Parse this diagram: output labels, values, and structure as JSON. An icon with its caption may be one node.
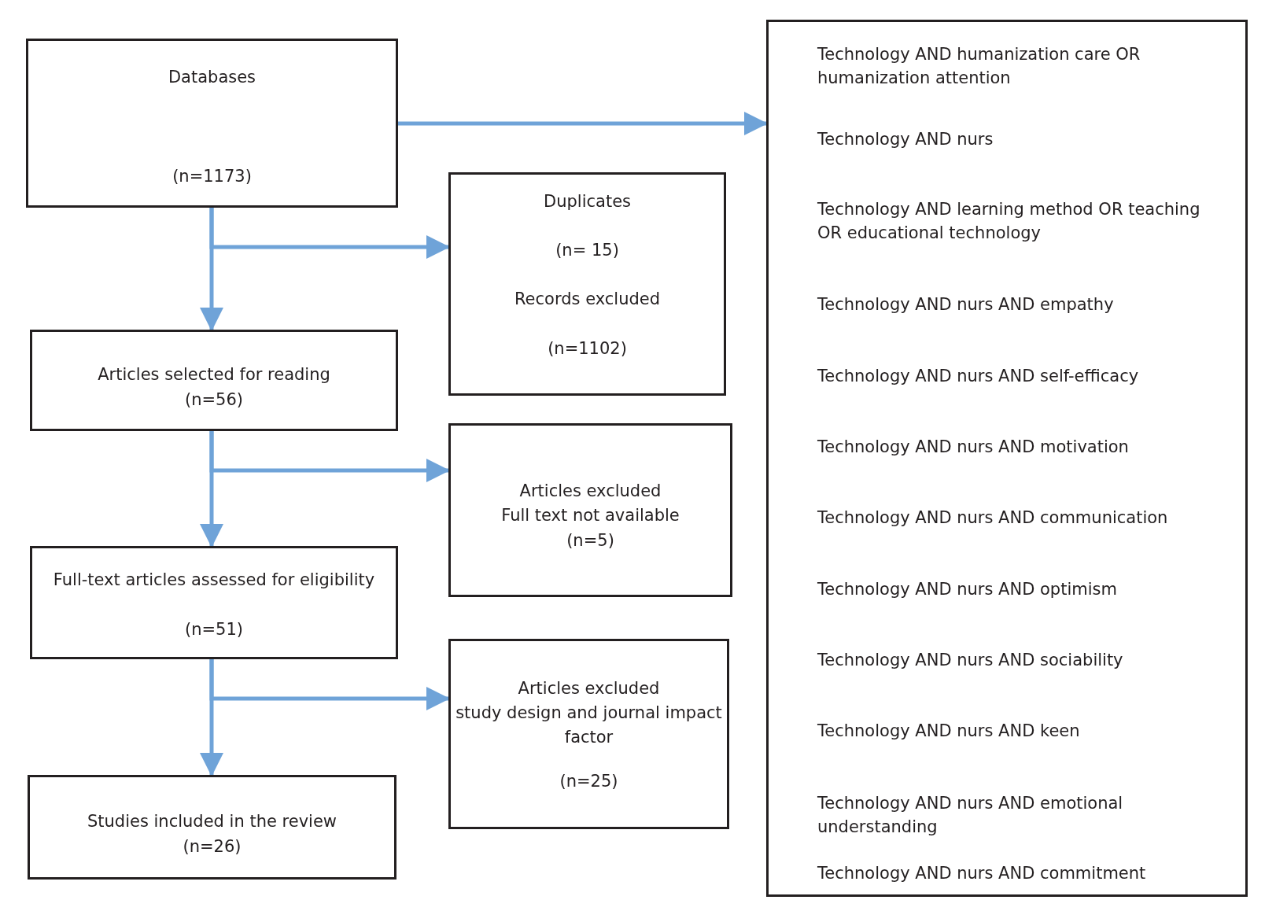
{
  "diagram": {
    "nodes": [
      {
        "text": [
          "Databases",
          "(n=1173)"
        ]
      },
      {
        "text": [
          "Duplicates",
          "(n= 15)",
          "Records excluded",
          "(n=1102)"
        ]
      },
      {
        "text": [
          "Articles selected for reading",
          "(n=56)"
        ]
      },
      {
        "text": [
          "Articles excluded",
          "Full text not available",
          "(n=5)"
        ]
      },
      {
        "text": [
          "Full-text articles assessed for eligibility",
          "(n=51)"
        ]
      },
      {
        "text": [
          "Articles excluded",
          "study design and journal impact factor",
          "(n=25)"
        ]
      },
      {
        "text": [
          "Studies included in the review",
          "(n=26)"
        ]
      },
      {
        "text": [
          "Technology AND humanization care OR humanization attention",
          "Technology AND nurs",
          "Technology AND learning method OR teaching OR educational technology",
          "Technology AND nurs AND empathy",
          "Technology AND nurs AND self-efficacy",
          "Technology AND nurs AND motivation",
          "Technology AND nurs AND communication",
          "Technology AND nurs AND optimism",
          "Technology AND nurs AND sociability",
          "Technology AND nurs AND keen",
          "Technology AND nurs AND emotional understanding",
          "Technology AND nurs AND commitment"
        ]
      }
    ],
    "edges": [
      {
        "from": 0,
        "to": 7,
        "arrow": "to"
      },
      {
        "from": 0,
        "to": 2,
        "arrow": "to"
      },
      {
        "from": 0,
        "to": 1,
        "arrow": "to"
      },
      {
        "from": 2,
        "to": 4,
        "arrow": "to"
      },
      {
        "from": 2,
        "to": 3,
        "arrow": "to"
      },
      {
        "from": 4,
        "to": 6,
        "arrow": "to"
      },
      {
        "from": 4,
        "to": 5,
        "arrow": "to"
      }
    ]
  }
}
